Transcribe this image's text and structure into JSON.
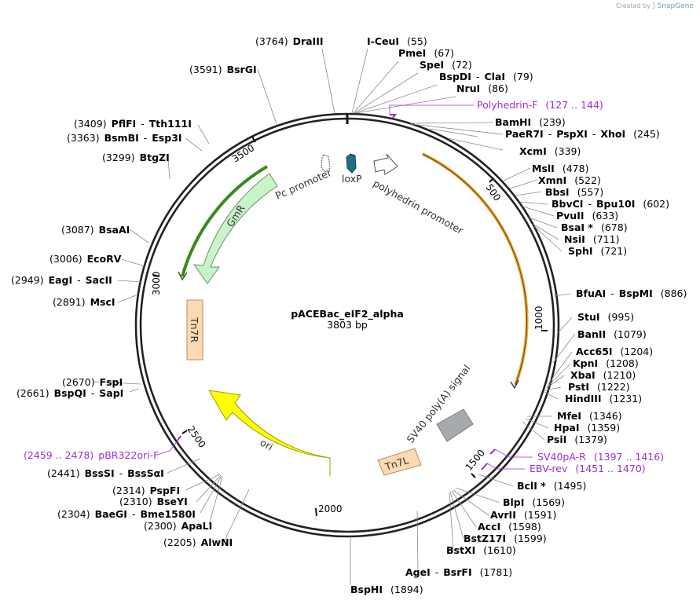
{
  "credit": {
    "prefix": "Created by",
    "brand": "SnapGene"
  },
  "plasmid": {
    "name": "pACEBac_eIF2_alpha",
    "length_label": "3803 bp"
  },
  "ticks": [
    "500",
    "1000",
    "1500",
    "2000",
    "2500",
    "3000",
    "3500"
  ],
  "features": {
    "polyhedrin_promoter": "polyhedrin promoter",
    "loxP": "loxP",
    "pc_promoter": "Pc promoter",
    "gmr": "GmR",
    "tn7r": "Tn7R",
    "ori": "ori",
    "tn7l": "Tn7L",
    "sv40": "SV40 poly(A) signal"
  },
  "sites": [
    {
      "id": "draiii",
      "parts": [
        "(3764)",
        "DraIII"
      ]
    },
    {
      "id": "iceui",
      "parts": [
        "I-CeuI",
        "(55)"
      ]
    },
    {
      "id": "pmei",
      "parts": [
        "PmeI",
        "(67)"
      ]
    },
    {
      "id": "spei",
      "parts": [
        "SpeI",
        "(72)"
      ]
    },
    {
      "id": "bspdi",
      "parts": [
        "BspDI",
        "-",
        "ClaI",
        "(79)"
      ]
    },
    {
      "id": "nrui",
      "parts": [
        "NruI",
        "(86)"
      ]
    },
    {
      "id": "bamhi",
      "parts": [
        "BamHI",
        "(239)"
      ]
    },
    {
      "id": "paer7i",
      "parts": [
        "PaeR7I",
        "-",
        "PspXI",
        "-",
        "XhoI",
        "(245)"
      ]
    },
    {
      "id": "xcmi",
      "parts": [
        "XcmI",
        "(339)"
      ]
    },
    {
      "id": "msli",
      "parts": [
        "MslI",
        "(478)"
      ]
    },
    {
      "id": "xmni",
      "parts": [
        "XmnI",
        "(522)"
      ]
    },
    {
      "id": "bbsi",
      "parts": [
        "BbsI",
        "(557)"
      ]
    },
    {
      "id": "bbvci",
      "parts": [
        "BbvCI",
        "-",
        "Bpu10I",
        "(602)"
      ]
    },
    {
      "id": "pvuii",
      "parts": [
        "PvuII",
        "(633)"
      ]
    },
    {
      "id": "bsai",
      "parts": [
        "BsaI *",
        "(678)"
      ]
    },
    {
      "id": "nsii",
      "parts": [
        "NsiI",
        "(711)"
      ]
    },
    {
      "id": "sphi",
      "parts": [
        "SphI",
        "(721)"
      ]
    },
    {
      "id": "bfuai",
      "parts": [
        "BfuAI",
        "-",
        "BspMI",
        "(886)"
      ]
    },
    {
      "id": "stui",
      "parts": [
        "StuI",
        "(995)"
      ]
    },
    {
      "id": "banii",
      "parts": [
        "BanII",
        "(1079)"
      ]
    },
    {
      "id": "acc65i",
      "parts": [
        "Acc65I",
        "(1204)"
      ]
    },
    {
      "id": "kpni",
      "parts": [
        "KpnI",
        "(1208)"
      ]
    },
    {
      "id": "xbai",
      "parts": [
        "XbaI",
        "(1210)"
      ]
    },
    {
      "id": "psti",
      "parts": [
        "PstI",
        "(1222)"
      ]
    },
    {
      "id": "hindiii",
      "parts": [
        "HindIII",
        "(1231)"
      ]
    },
    {
      "id": "mfei",
      "parts": [
        "MfeI",
        "(1346)"
      ]
    },
    {
      "id": "hpai",
      "parts": [
        "HpaI",
        "(1359)"
      ]
    },
    {
      "id": "psii",
      "parts": [
        "PsiI",
        "(1379)"
      ]
    },
    {
      "id": "bcli",
      "parts": [
        "BclI *",
        "(1495)"
      ]
    },
    {
      "id": "blpi",
      "parts": [
        "BlpI",
        "(1569)"
      ]
    },
    {
      "id": "avrii",
      "parts": [
        "AvrII",
        "(1591)"
      ]
    },
    {
      "id": "acci",
      "parts": [
        "AccI",
        "(1598)"
      ]
    },
    {
      "id": "bstz17i",
      "parts": [
        "BstZ17I",
        "(1599)"
      ]
    },
    {
      "id": "bstxi",
      "parts": [
        "BstXI",
        "(1610)"
      ]
    },
    {
      "id": "agei",
      "parts": [
        "AgeI",
        "-",
        "BsrFI",
        "(1781)"
      ]
    },
    {
      "id": "bsphi",
      "parts": [
        "BspHI",
        "(1894)"
      ]
    },
    {
      "id": "alwni",
      "parts": [
        "(2205)",
        "AlwNI"
      ]
    },
    {
      "id": "apali",
      "parts": [
        "(2300)",
        "ApaLI"
      ]
    },
    {
      "id": "baegi",
      "parts": [
        "(2304)",
        "BaeGI",
        "-",
        "Bme1580I"
      ]
    },
    {
      "id": "bseyi",
      "parts": [
        "(2310)",
        "BseYI"
      ]
    },
    {
      "id": "pspfi",
      "parts": [
        "(2314)",
        "PspFI"
      ]
    },
    {
      "id": "bsssi",
      "parts": [
        "(2441)",
        "BssSI",
        "-",
        "BssSαI"
      ]
    },
    {
      "id": "bspqi",
      "parts": [
        "(2661)",
        "BspQI",
        "-",
        "SapI"
      ]
    },
    {
      "id": "fspi",
      "parts": [
        "(2670)",
        "FspI"
      ]
    },
    {
      "id": "msci",
      "parts": [
        "(2891)",
        "MscI"
      ]
    },
    {
      "id": "eagi",
      "parts": [
        "(2949)",
        "EagI",
        "-",
        "SacII"
      ]
    },
    {
      "id": "ecorv",
      "parts": [
        "(3006)",
        "EcoRV"
      ]
    },
    {
      "id": "bsaai",
      "parts": [
        "(3087)",
        "BsaAI"
      ]
    },
    {
      "id": "btgzi",
      "parts": [
        "(3299)",
        "BtgZI"
      ]
    },
    {
      "id": "bsmbi",
      "parts": [
        "(3363)",
        "BsmBI",
        "-",
        "Esp3I"
      ]
    },
    {
      "id": "pflfi",
      "parts": [
        "(3409)",
        "PflFI",
        "-",
        "Tth111I"
      ]
    },
    {
      "id": "bsrgi",
      "parts": [
        "(3591)",
        "BsrGI"
      ]
    }
  ],
  "primers": [
    {
      "id": "polyhedrin-f",
      "parts": [
        "Polyhedrin-F",
        "(127 .. 144)"
      ]
    },
    {
      "id": "sv40pa-r",
      "parts": [
        "SV40pA-R",
        "(1397 .. 1416)"
      ]
    },
    {
      "id": "ebv-rev",
      "parts": [
        "EBV-rev",
        "(1451 .. 1470)"
      ]
    },
    {
      "id": "pbr322ori-f",
      "parts": [
        "(2459 .. 2478)",
        "pBR322ori-F"
      ]
    }
  ],
  "colors": {
    "backbone": "#222222",
    "primer": "#9b2fd6",
    "polyhedrin_orf_arc": "#f5a623",
    "gmr_arc": "#3c8a1e",
    "gmr_fill": "#c8f5c8",
    "tn7_fill": "#fcd9b0",
    "ori_fill": "#ffff00",
    "sv40_fill": "#a6a9ad",
    "loxp_fill": "#1f6e86"
  }
}
